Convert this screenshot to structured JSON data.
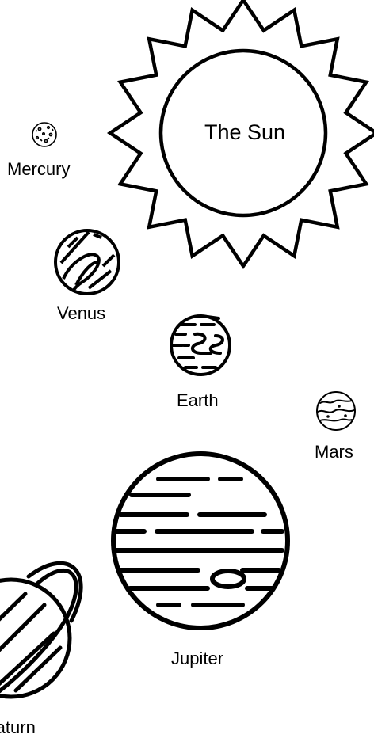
{
  "colors": {
    "ink": "#000000",
    "background": "#ffffff"
  },
  "sun": {
    "label": "The Sun",
    "icon": "sun-icon"
  },
  "planets": [
    {
      "key": "mercury",
      "label": "Mercury",
      "icon": "mercury-icon"
    },
    {
      "key": "venus",
      "label": "Venus",
      "icon": "venus-icon"
    },
    {
      "key": "earth",
      "label": "Earth",
      "icon": "earth-icon"
    },
    {
      "key": "mars",
      "label": "Mars",
      "icon": "mars-icon"
    },
    {
      "key": "jupiter",
      "label": "Jupiter",
      "icon": "jupiter-icon"
    },
    {
      "key": "saturn",
      "label": "Saturn",
      "icon": "saturn-icon"
    }
  ]
}
